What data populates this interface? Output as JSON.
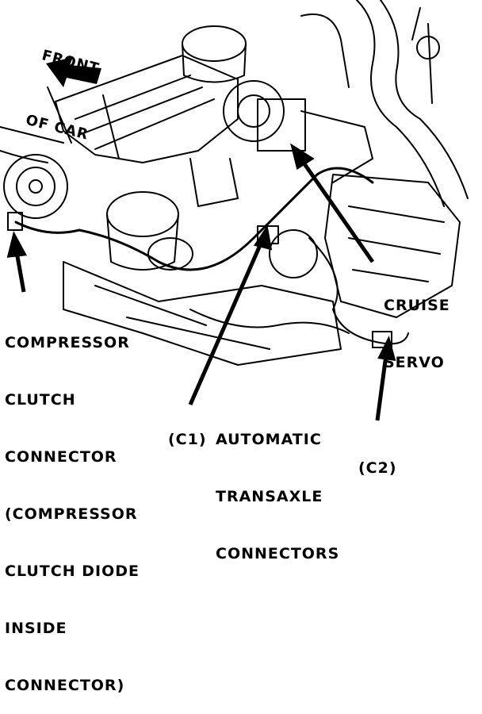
{
  "front_label": [
    "FRONT",
    "OF CAR"
  ],
  "labels": {
    "cruise_servo": [
      "CRUISE",
      "SERVO"
    ],
    "compressor": [
      "COMPRESSOR",
      "CLUTCH",
      "CONNECTOR",
      "(COMPRESSOR",
      "CLUTCH DIODE",
      "INSIDE",
      "CONNECTOR)"
    ],
    "c1": "(C1)",
    "transaxle": [
      "AUTOMATIC",
      "TRANSAXLE",
      "CONNECTORS"
    ],
    "c2": "(C2)"
  },
  "colors": {
    "ink": "#000000",
    "paper": "#ffffff"
  }
}
